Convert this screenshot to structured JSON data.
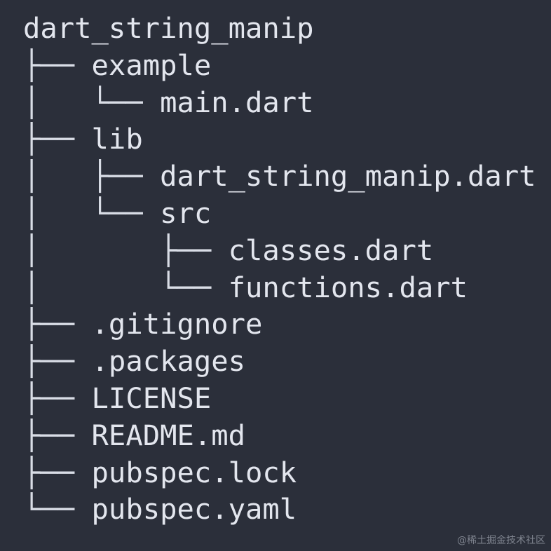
{
  "colors": {
    "background": "#2b2f3a",
    "text": "#e3e6ee",
    "connector": "#d9dde6",
    "watermark": "#8e939e"
  },
  "tree": [
    {
      "prefix": "",
      "name": "dart_string_manip"
    },
    {
      "prefix": "├── ",
      "name": "example"
    },
    {
      "prefix": "│   └── ",
      "name": "main.dart"
    },
    {
      "prefix": "├── ",
      "name": "lib"
    },
    {
      "prefix": "│   ├── ",
      "name": "dart_string_manip.dart"
    },
    {
      "prefix": "│   └── ",
      "name": "src"
    },
    {
      "prefix": "│       ├── ",
      "name": "classes.dart"
    },
    {
      "prefix": "│       └── ",
      "name": "functions.dart"
    },
    {
      "prefix": "├── ",
      "name": ".gitignore"
    },
    {
      "prefix": "├── ",
      "name": ".packages"
    },
    {
      "prefix": "├── ",
      "name": "LICENSE"
    },
    {
      "prefix": "├── ",
      "name": "README.md"
    },
    {
      "prefix": "├── ",
      "name": "pubspec.lock"
    },
    {
      "prefix": "└── ",
      "name": "pubspec.yaml"
    }
  ],
  "watermark": "@稀土掘金技术社区"
}
